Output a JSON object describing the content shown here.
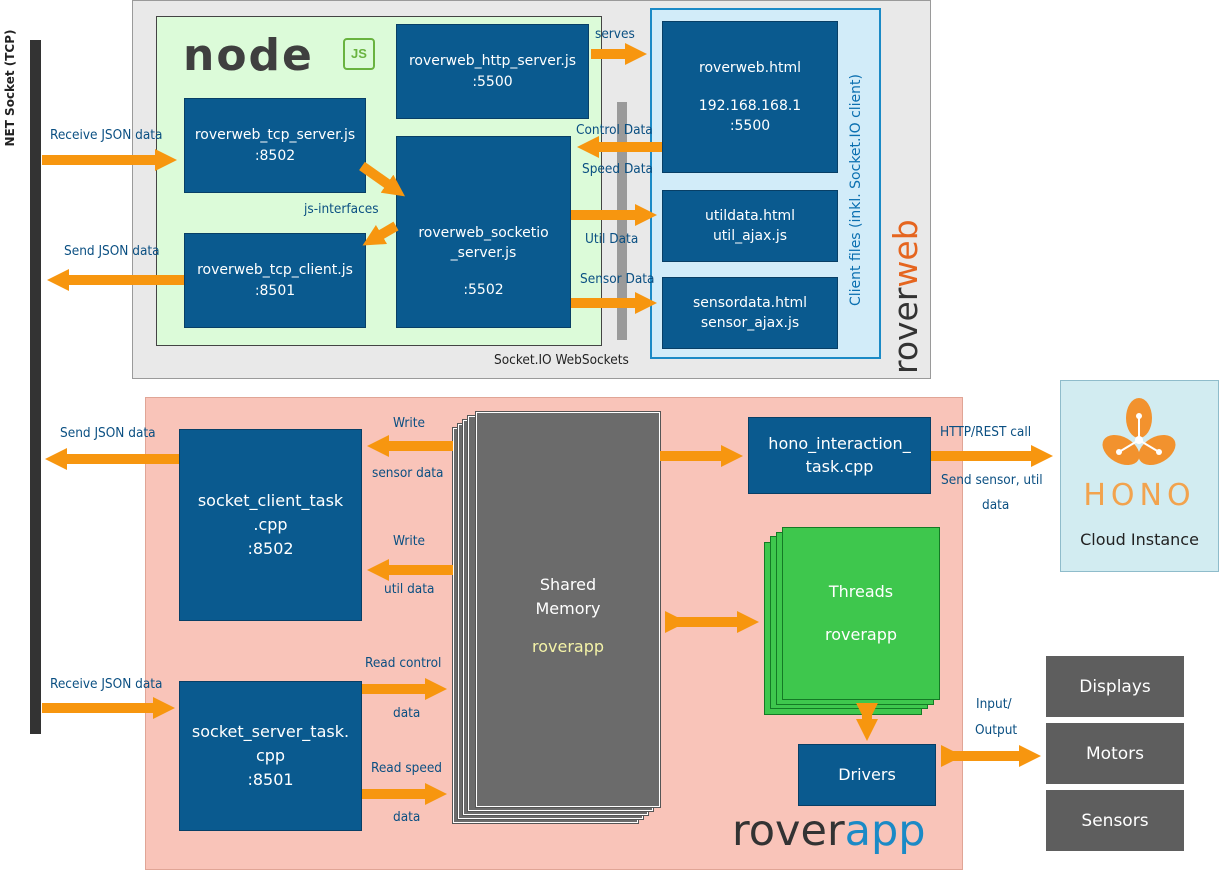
{
  "net_socket": {
    "label": "NET Socket (TCP)"
  },
  "roverweb": {
    "logo_dark": "rover",
    "logo_accent": "web",
    "node_logo": "node",
    "node_js_badge": "JS",
    "http_server": {
      "line1": "roverweb_http_server.js",
      "line2": ":5500"
    },
    "tcp_server": {
      "line1": "roverweb_tcp_server.js",
      "line2": ":8502"
    },
    "tcp_client": {
      "line1": "roverweb_tcp_client.js",
      "line2": ":8501"
    },
    "socketio_server": {
      "line1": "roverweb_socketio",
      "line2": "_server.js",
      "line3": ":5502"
    },
    "html_page": {
      "line1": "roverweb.html",
      "line2": "192.168.168.1",
      "line3": ":5500"
    },
    "util_page": {
      "line1": "utildata.html",
      "line2": "util_ajax.js"
    },
    "sensor_page": {
      "line1": "sensordata.html",
      "line2": "sensor_ajax.js"
    },
    "client_files_label": "Client files (inkl. Socket.IO client)",
    "labels": {
      "receive_json": "Receive JSON data",
      "send_json": "Send JSON data",
      "js_interfaces": "js-interfaces",
      "serves": "serves",
      "control_data": "Control Data",
      "speed_data": "Speed Data",
      "util_data": "Util Data",
      "sensor_data": "Sensor Data",
      "websockets": "Socket.IO WebSockets"
    }
  },
  "roverapp": {
    "logo_dark": "rover",
    "logo_accent": "app",
    "client_task": {
      "line1": "socket_client_task",
      "line2": ".cpp",
      "line3": ":8502"
    },
    "server_task": {
      "line1": "socket_server_task.",
      "line2": "cpp",
      "line3": ":8501"
    },
    "shared_memory": {
      "line1": "Shared",
      "line2": "Memory",
      "line3": "roverapp"
    },
    "hono_task": {
      "line1": "hono_interaction_",
      "line2": "task.cpp"
    },
    "threads": {
      "line1": "Threads",
      "line2": "roverapp"
    },
    "drivers": "Drivers",
    "labels": {
      "send_json": "Send JSON data",
      "receive_json": "Receive JSON data",
      "write1": "Write",
      "sensor_data": "sensor data",
      "write2": "Write",
      "util_data": "util data",
      "read_control": "Read control",
      "data1": "data",
      "read_speed": "Read speed",
      "data2": "data",
      "http_rest": "HTTP/REST call",
      "send_sensor": "Send sensor, util",
      "send_sensor2": "data",
      "input": "Input/",
      "output": "Output"
    }
  },
  "hono": {
    "logo": "HONO",
    "caption": "Cloud Instance"
  },
  "devices": [
    "Displays",
    "Motors",
    "Sensors"
  ],
  "colors": {
    "box": "#0a5a8f",
    "arrow": "#f7960f",
    "accent": "#e5651f",
    "green_panel": "#dcfbd9",
    "pink_panel": "#f9c4b9"
  }
}
